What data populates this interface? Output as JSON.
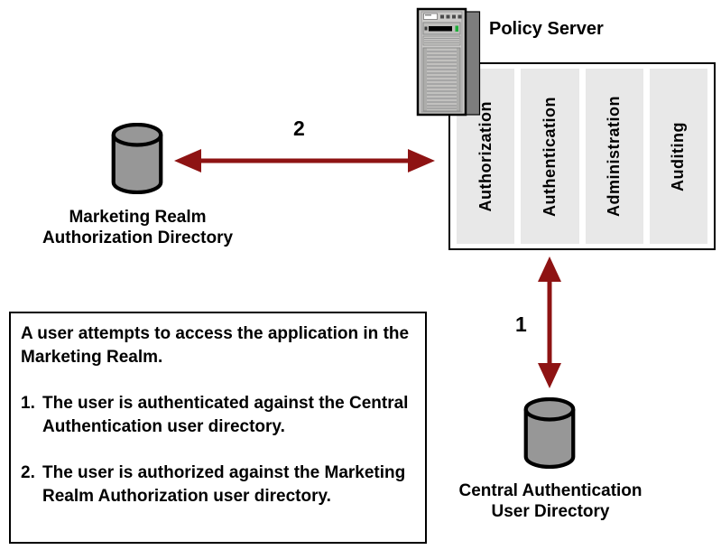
{
  "diagram": {
    "policy_server": {
      "title": "Policy Server",
      "services": [
        "Authorization",
        "Authentication",
        "Administration",
        "Auditing"
      ]
    },
    "marketing_directory": {
      "label_line1": "Marketing Realm",
      "label_line2": "Authorization Directory"
    },
    "central_directory": {
      "label_line1": "Central Authentication",
      "label_line2": "User Directory"
    },
    "arrow_labels": {
      "authentication_step": "1",
      "authorization_step": "2"
    },
    "colors": {
      "arrow": "#8e1313",
      "cylinder_fill": "#979797",
      "service_column_bg": "#e8e8e8",
      "tower_body": "#cbcac8",
      "tower_shadow": "#7d7d7d",
      "led_green": "#1fae3a"
    }
  },
  "note": {
    "intro": "A user attempts to access the application in the Marketing Realm.",
    "steps": [
      {
        "num": "1.",
        "text": "The user is authenticated against the Central Authentication user directory."
      },
      {
        "num": "2.",
        "text": "The user is authorized against the Marketing Realm Authorization user directory."
      }
    ]
  }
}
